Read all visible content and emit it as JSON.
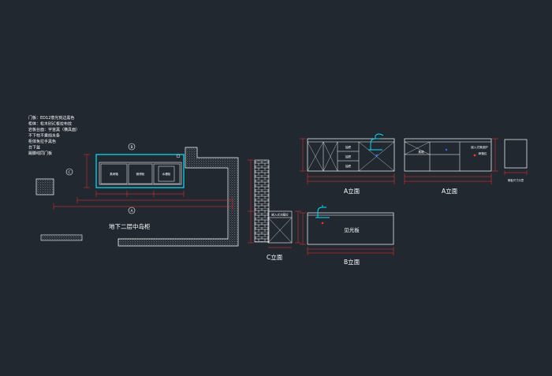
{
  "notes": [
    "门板：ED12意光刻边黑色",
    "柜体：松木BSC板拉布纹",
    "岩板台面：宇宙黑（横具面）",
    "不下柱不乘挡水条",
    "柜体免拉手黑色",
    "台下盆",
    "踢脚线同门板"
  ],
  "plan": {
    "title": "地下二层中岛柜",
    "cells": [
      "蒸烤箱",
      "微博柜",
      "水槽柜"
    ],
    "marker_top": "B",
    "marker_left": "C",
    "marker_bottom": "A"
  },
  "elevations": {
    "a1_label": "A立面",
    "a1_drawers": [
      "抽屉",
      "抽屉",
      "抽屉"
    ],
    "a2_label": "A立面",
    "a2_left_text": "蒸箱",
    "a2_right_top": "嵌入式微波炉",
    "a2_right_mid": "烤箱位",
    "a3_caption": "侧板尺寸示意",
    "c_label": "C立面",
    "c_top_text": "嵌入式冰箱位",
    "b_label": "B立面",
    "b_center_text": "见光板"
  },
  "colors": {
    "background": "#212830",
    "line": "#ffffff",
    "dimension": "#ff3030",
    "highlight": "#00e5ff",
    "accent_blue": "#2f6bff"
  }
}
